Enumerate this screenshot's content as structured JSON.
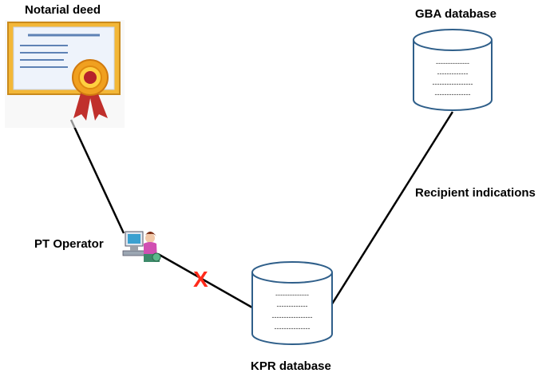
{
  "labels": {
    "notarial_deed": "Notarial deed",
    "gba_database": "GBA database",
    "recipient_indications": "Recipient indications",
    "pt_operator": "PT Operator",
    "kpr_database": "KPR database",
    "blocked_mark": "X"
  },
  "db_lines": {
    "gba": [
      "--------------",
      "-------------",
      "-----------------",
      "---------------"
    ],
    "kpr": [
      "--------------",
      "-------------",
      "-----------------",
      "---------------"
    ]
  },
  "colors": {
    "connector": "#000000",
    "db_stroke": "#2f5f8a",
    "blocked_mark": "#ff2a1a",
    "certificate_frame": "#f0b23a",
    "certificate_body": "#eef3fb"
  },
  "icons": {
    "certificate": "certificate-icon",
    "operator": "operator-computer-icon"
  }
}
